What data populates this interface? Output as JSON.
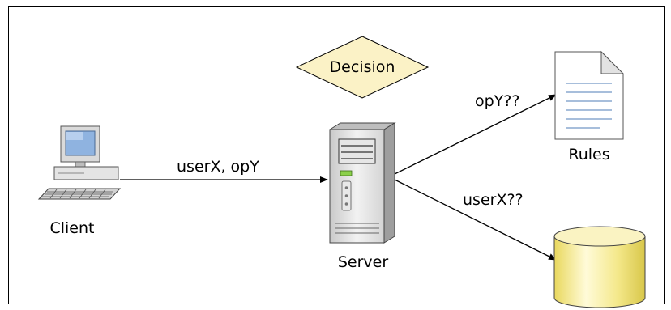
{
  "diagram": {
    "nodes": {
      "decision": {
        "label": "Decision"
      },
      "client": {
        "label": "Client",
        "icon": "desktop-computer-icon"
      },
      "server": {
        "label": "Server",
        "icon": "server-tower-icon"
      },
      "rules": {
        "label": "Rules",
        "icon": "document-icon"
      },
      "database": {
        "label": "",
        "icon": "database-cylinder-icon"
      }
    },
    "edges": {
      "client_to_server": {
        "label": "userX, opY"
      },
      "server_to_rules": {
        "label": "opY??"
      },
      "server_to_database": {
        "label": "userX??"
      }
    }
  },
  "colors": {
    "decision_fill": "#FBF2C6",
    "screen_blue": "#8FB3E0",
    "database_fill": "#F7EEA3",
    "page_line": "#8AA8CF"
  }
}
